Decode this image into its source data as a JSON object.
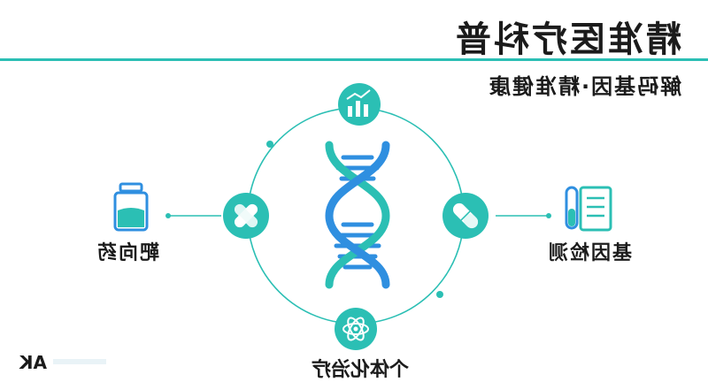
{
  "title": "精准医疗科普",
  "subtitle": "解码基因·精准健康",
  "nodes": {
    "left": {
      "label": "靶向药",
      "icon": "medicine-bottle-icon"
    },
    "right": {
      "label": "基因检测",
      "icon": "clipboard-test-tube-icon"
    },
    "bottom": {
      "label": "个体化治疗",
      "icon": "atom-icon"
    },
    "top": {
      "icon": "bar-chart-icon"
    },
    "inner_left": {
      "icon": "bandage-icon"
    },
    "inner_right": {
      "icon": "capsule-icon"
    }
  },
  "corner_text": "AK",
  "colors": {
    "teal": "#2bbfb4",
    "blue": "#2f8fe0",
    "dark": "#1b1b1b"
  }
}
